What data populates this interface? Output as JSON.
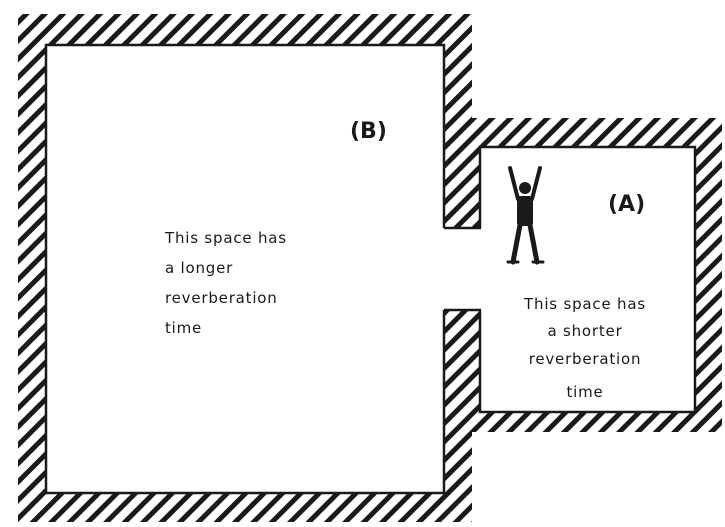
{
  "room_b": {
    "label": "(B)",
    "text": [
      "This space has",
      "a longer",
      "reverberation",
      "time"
    ]
  },
  "room_a": {
    "label": "(A)",
    "text": [
      "This space has",
      "a shorter",
      "reverberation",
      "time"
    ]
  },
  "colors": {
    "ink": "#1a1a1a",
    "paper": "#ffffff"
  },
  "icons": {
    "person": "person-arms-raised-icon"
  }
}
